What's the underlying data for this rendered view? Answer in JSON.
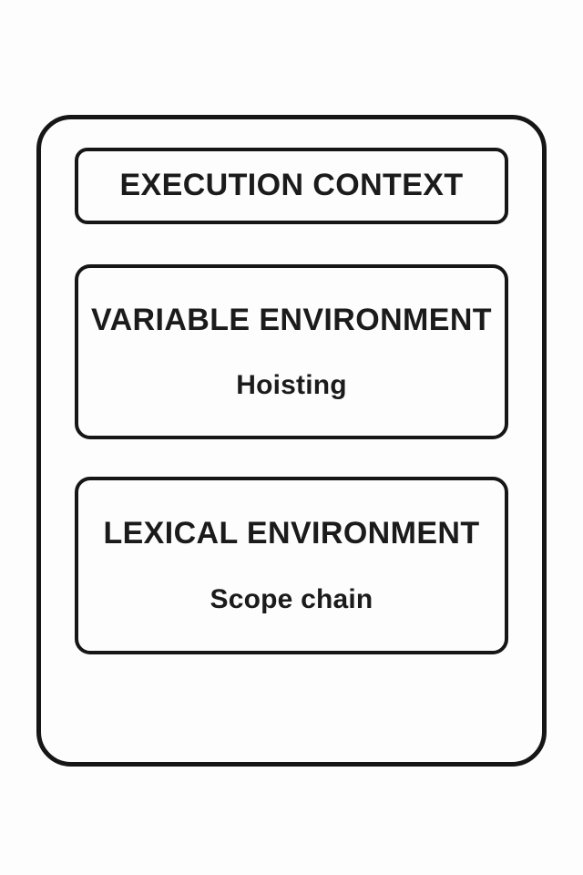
{
  "diagram": {
    "title": "EXECUTION CONTEXT",
    "boxes": [
      {
        "heading": "VARIABLE ENVIRONMENT",
        "subtitle": "Hoisting"
      },
      {
        "heading": "LEXICAL ENVIRONMENT",
        "subtitle": "Scope chain"
      }
    ],
    "colors": {
      "border": "#161616",
      "text": "#1b1b1b",
      "background": "#fdfdfd"
    }
  }
}
